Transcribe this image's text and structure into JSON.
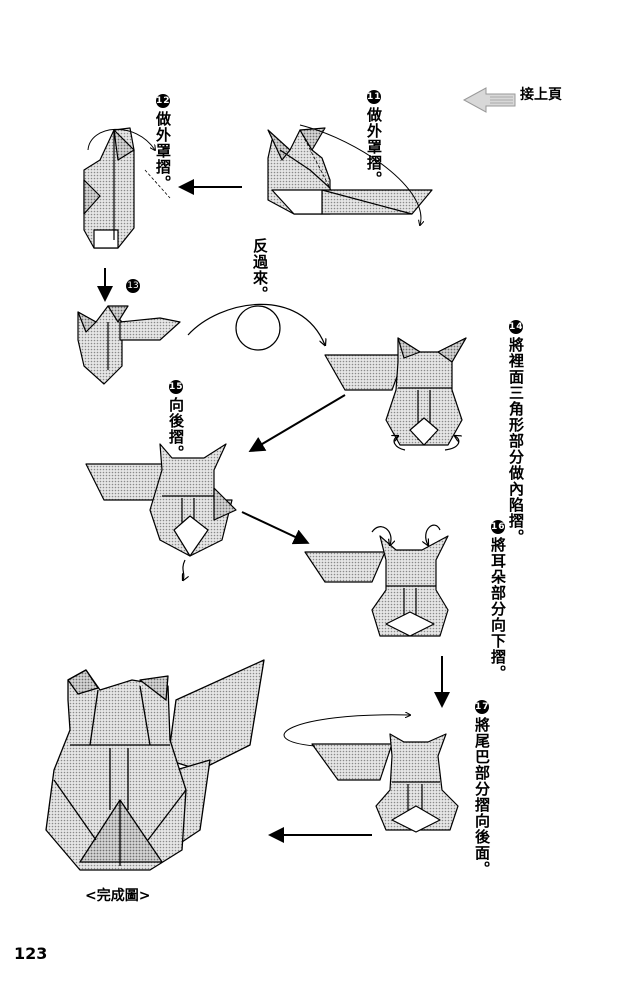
{
  "continue_label": "接上頁",
  "steps": [
    {
      "number": "11",
      "text": "做外罩摺。"
    },
    {
      "number": "12",
      "text": "做外罩摺。"
    },
    {
      "number": "13",
      "text": ""
    },
    {
      "number": "14",
      "text": "將裡面三角形部分做內陷摺。"
    },
    {
      "number": "15",
      "text": "向後摺。"
    },
    {
      "number": "16",
      "text": "將耳朵部分向下摺。"
    },
    {
      "number": "17",
      "text": "將尾巴部分摺向後面。"
    }
  ],
  "flip_label": "反過來。",
  "caption": "<完成圖>",
  "page_number": "123"
}
